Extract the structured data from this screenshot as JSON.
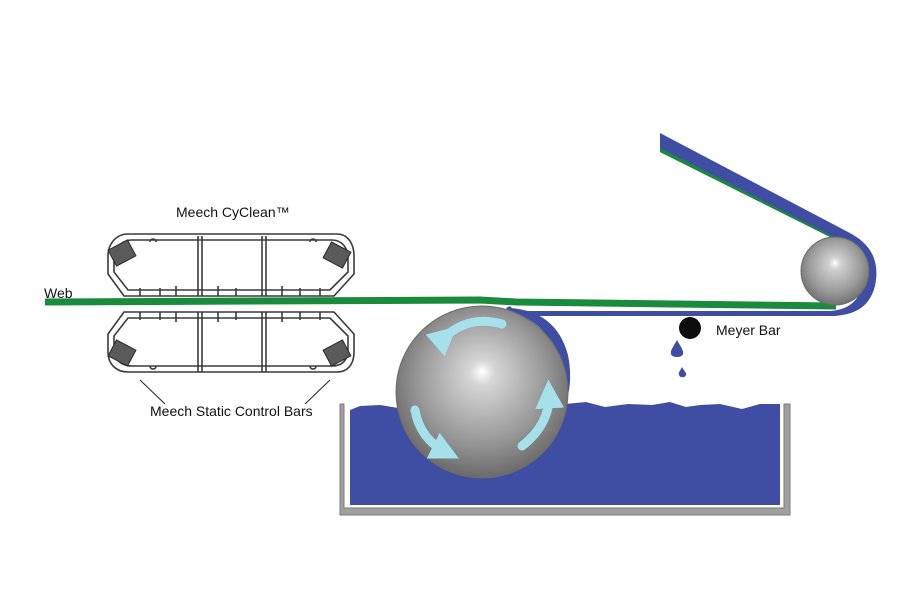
{
  "labels": {
    "cyclean": "Meech CyClean™",
    "web": "Web",
    "meyer_bar": "Meyer Bar",
    "static_bars": "Meech Static Control Bars"
  },
  "colors": {
    "web_green": "#1a8a3c",
    "coating_blue": "#3f4ea3",
    "roller_gray": "#8c8c8c",
    "tray_gray": "#9a9a9a",
    "arrow_cyan": "#a6e0ea",
    "bar_dark": "#5a5a5a"
  }
}
